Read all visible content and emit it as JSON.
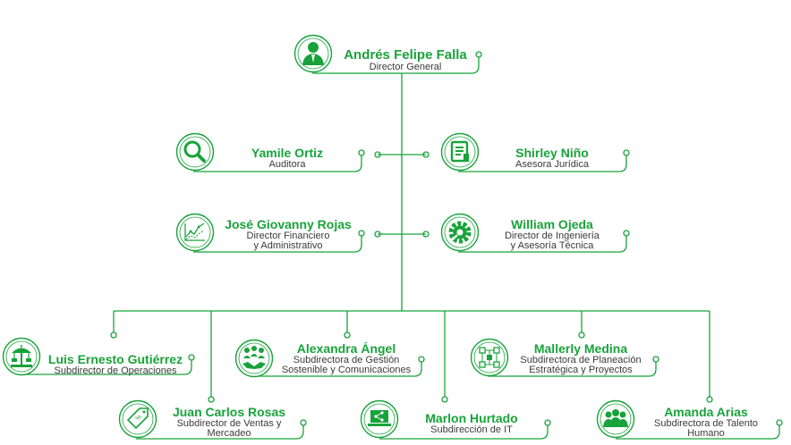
{
  "colors": {
    "accent": "#18a33a",
    "line": "#18a33a",
    "text": "#3a3a3a"
  },
  "director": {
    "name": "Andrés Felipe Falla",
    "role": "Director General",
    "icon": "executive-person-icon"
  },
  "staff": [
    {
      "name": "Yamile Ortiz",
      "role": "Auditora",
      "icon": "magnifier-icon"
    },
    {
      "name": "Shirley Niño",
      "role": "Asesora Jurídica",
      "icon": "legal-document-icon"
    },
    {
      "name": "José Giovanny Rojas",
      "role": "Director Financiero\ny Administrativo",
      "icon": "financial-chart-icon"
    },
    {
      "name": "William Ojeda",
      "role": "Director de Ingeniería\ny Asesoría Técnica",
      "icon": "gear-wrench-icon"
    }
  ],
  "subdirectors": [
    {
      "name": "Luis Ernesto Gutiérrez",
      "role": "Subdirector de Operaciones",
      "icon": "carousel-icon"
    },
    {
      "name": "Juan Carlos Rosas",
      "role": "Subdirector de Ventas y\nMercadeo",
      "icon": "price-tag-icon"
    },
    {
      "name": "Alexandra Ángel",
      "role": "Subdirectora de Gestión\nSostenible y Comunicaciones",
      "icon": "handshake-team-icon"
    },
    {
      "name": "Marlon Hurtado",
      "role": "Subdirección de IT",
      "icon": "laptop-share-icon"
    },
    {
      "name": "Mallerly Medina",
      "role": "Subdirectora de Planeación\nEstratégica y Proyectos",
      "icon": "flowchart-icon"
    },
    {
      "name": "Amanda Arias",
      "role": "Subdirectora de Talento\nHumano",
      "icon": "people-group-icon"
    }
  ]
}
